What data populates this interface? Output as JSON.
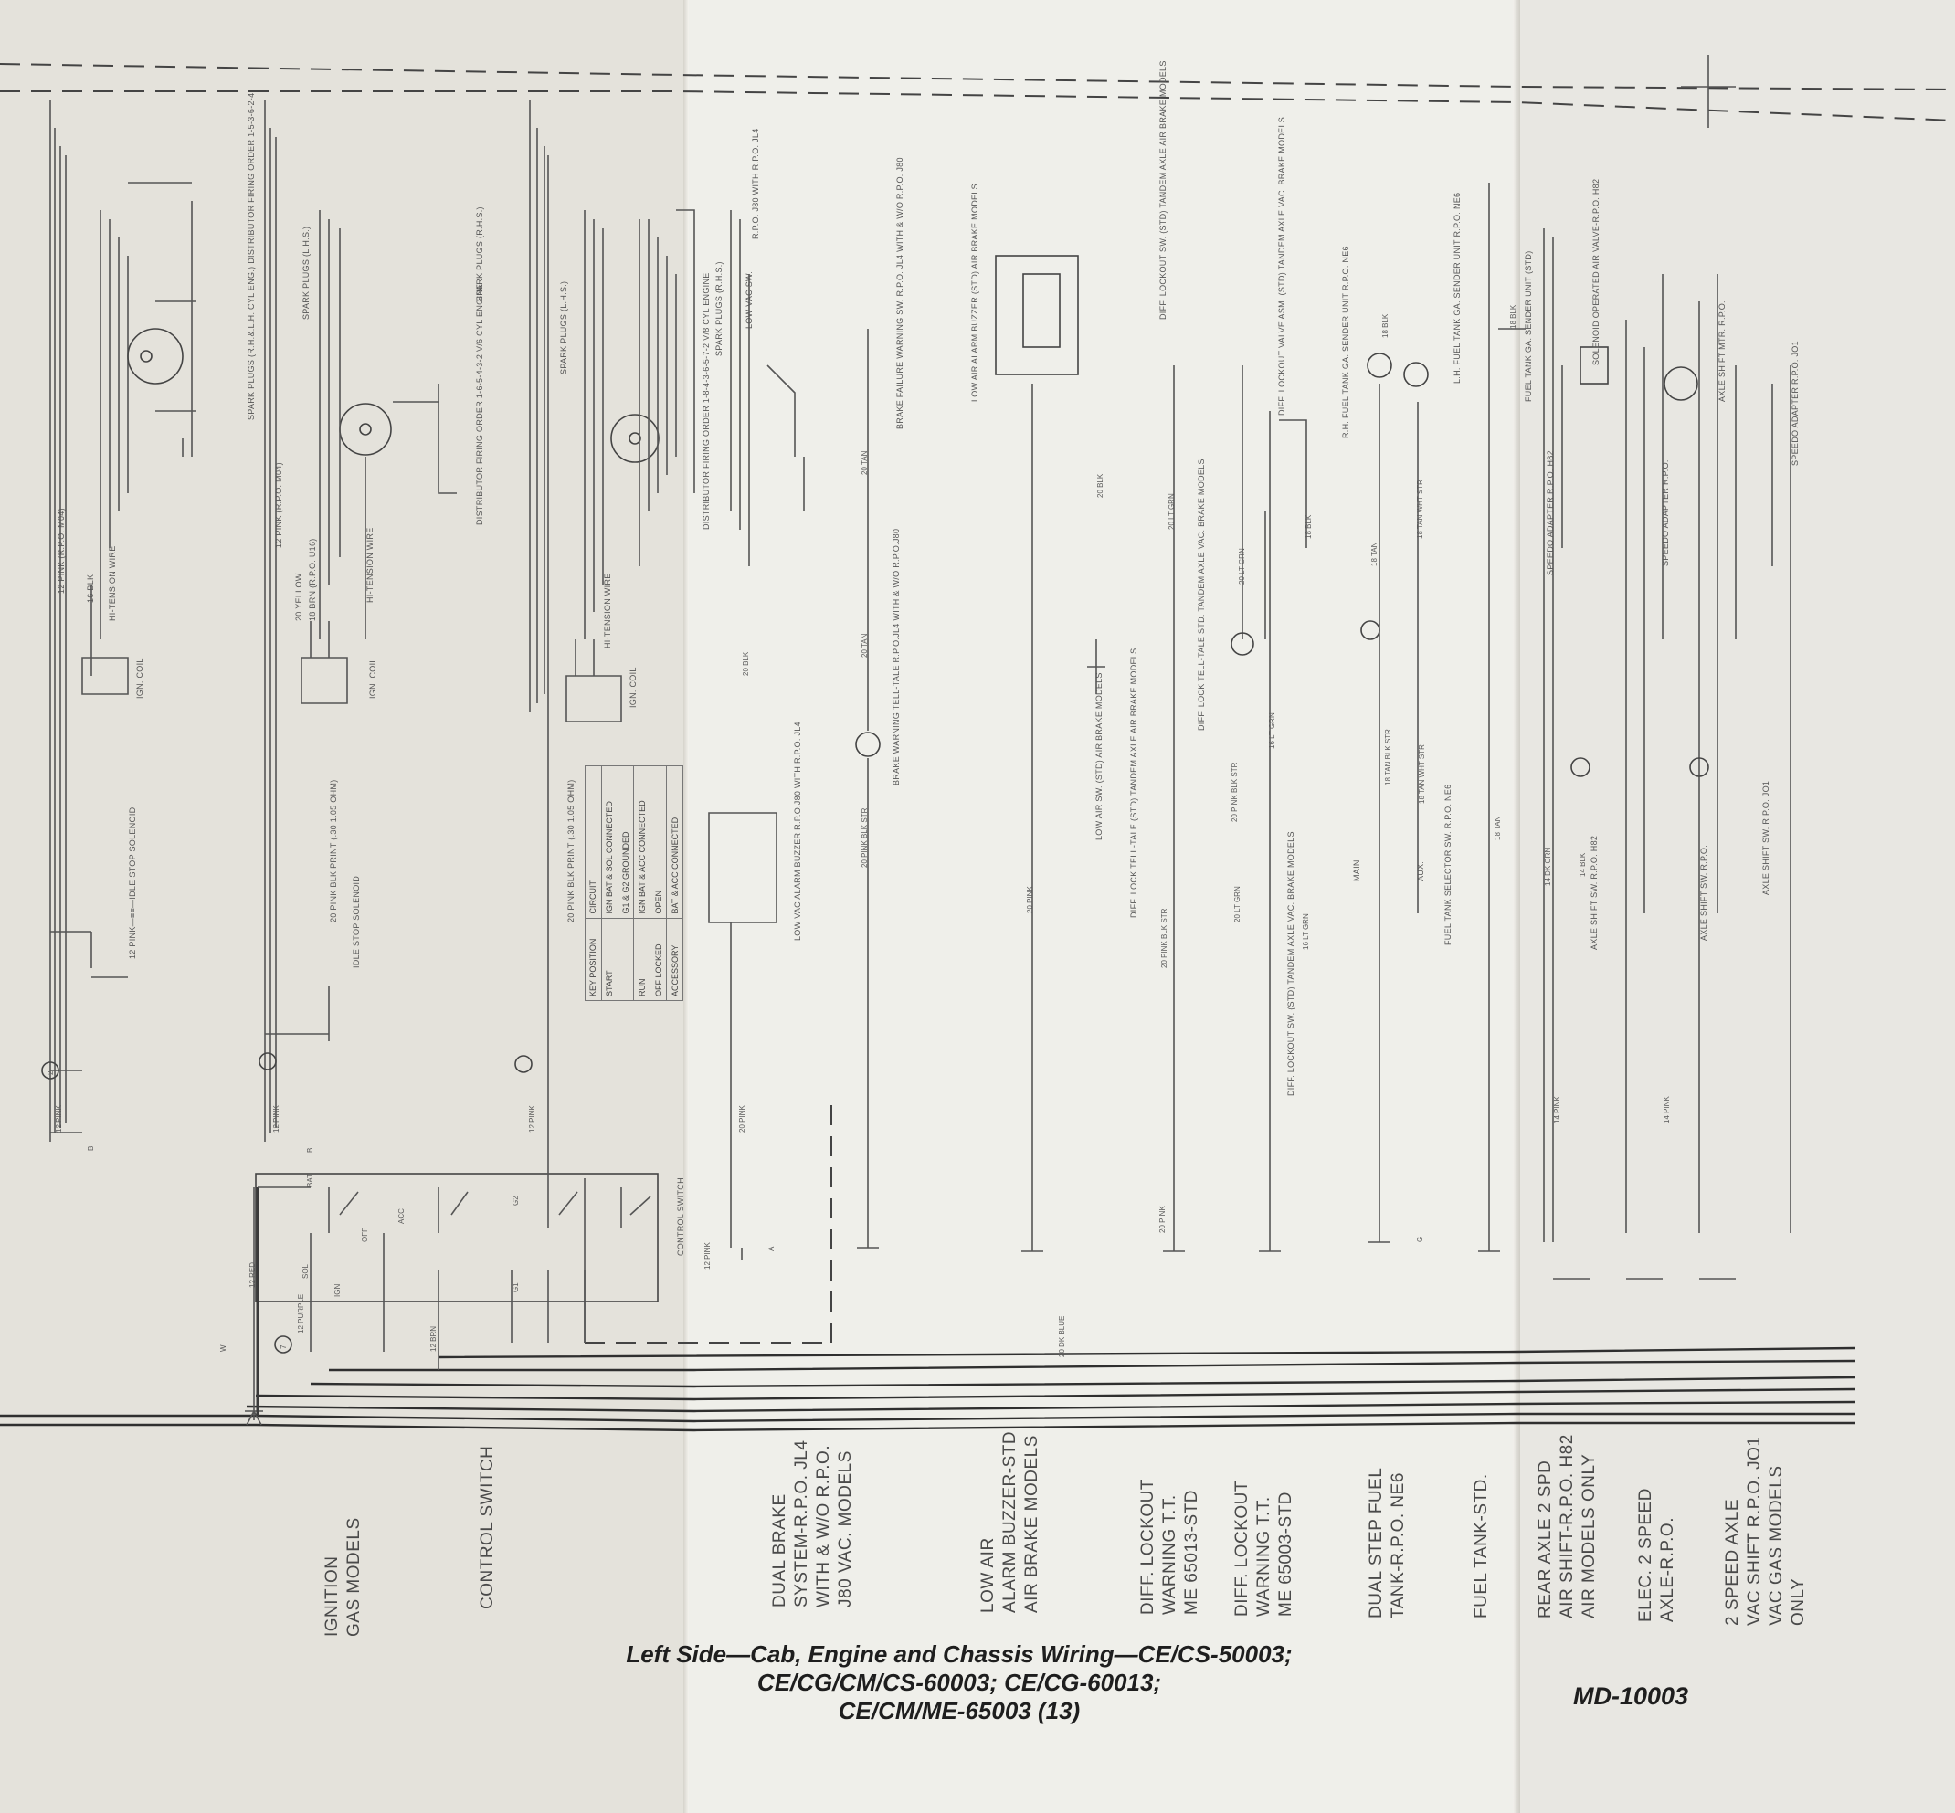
{
  "title": {
    "line1": "Left Side—Cab, Engine and Chassis Wiring—CE/CS-50003;",
    "line2": "CE/CG/CM/CS-60003; CE/CG-60013;",
    "line3": "CE/CM/ME-65003 (13)"
  },
  "document_number": "MD-10003",
  "sections": [
    {
      "label": "IGNITION\nGAS MODELS"
    },
    {
      "label": "CONTROL SWITCH"
    },
    {
      "label": "DUAL BRAKE\nSYSTEM-R.P.O. JL4\nWITH & W/O R.P.O.\nJ80 VAC. MODELS"
    },
    {
      "label": "LOW AIR\nALARM BUZZER-STD\nAIR BRAKE MODELS"
    },
    {
      "label": "DIFF. LOCKOUT\nWARNING T.T.\nME 65013-STD"
    },
    {
      "label": "DIFF. LOCKOUT\nWARNING T.T.\nME 65003-STD"
    },
    {
      "label": "DUAL STEP FUEL\nTANK-R.P.O. NE6"
    },
    {
      "label": "FUEL TANK-STD."
    },
    {
      "label": "REAR AXLE 2 SPD\nAIR SHIFT-R.P.O. H82\nAIR MODELS ONLY"
    },
    {
      "label": "ELEC. 2 SPEED\nAXLE-R.P.O."
    },
    {
      "label": "2 SPEED AXLE\nVAC SHIFT R.P.O. JO1\nVAC GAS MODELS\nONLY"
    }
  ],
  "key_table": {
    "headers": [
      "KEY POSITION",
      "CIRCUIT"
    ],
    "rows": [
      [
        "START",
        "IGN BAT & SOL CONNECTED"
      ],
      [
        "",
        "G1 & G2 GROUNDED"
      ],
      [
        "RUN",
        "IGN BAT & ACC CONNECTED"
      ],
      [
        "OFF LOCKED",
        "OPEN"
      ],
      [
        "ACCESSORY",
        "BAT & ACC CONNECTED"
      ]
    ]
  },
  "labels": {
    "ign_coil_1": "IGN. COIL",
    "ign_coil_2": "IGN. COIL",
    "ign_coil_3": "IGN. COIL",
    "idle_stop_1": "12 PINK—≡≡—IDLE STOP SOLENOID",
    "idle_stop_2": "20 PINK BLK PRINT (.30 1.05 OHM)",
    "idle_stop_3": "20 PINK BLK PRINT (.30 1.05 OHM)",
    "idle_stop_4": "IDLE STOP SOLENOID",
    "firing_1": "SPARK PLUGS (R.H.&.L.H. CYL ENG.) DISTRIBUTOR FIRING ORDER 1-5-3-6-2-4",
    "firing_2": "DISTRIBUTOR FIRING ORDER 1-6-5-4-3-2 V/6 CYL ENGINE",
    "firing_3": "DISTRIBUTOR FIRING ORDER 1-8-4-3-6-5-7-2 V/8 CYL ENGINE",
    "plugs_lh": "SPARK PLUGS (L.H.S.)",
    "plugs_rh": "SPARK PLUGS (R.H.S.)",
    "hi_tension_1": "HI-TENSION WIRE",
    "hi_tension_2": "HI-TENSION WIRE",
    "hi_tension_3": "HI-TENSION WIRE",
    "pink_rpo_1": "12 PINK (R.P.O. M04)",
    "pink_rpo_2": "12 PINK (R.P.O. M04)",
    "yellow_1": "20 YELLOW",
    "brn_1": "18 BRN (R.P.O. U16)",
    "blk16_1": "16 BLK",
    "control_switch": "CONTROL SWITCH",
    "low_vac_buzzer": "LOW VAC ALARM BUZZER R.P.O.J80 WITH R.P.O. JL4",
    "brake_tell_tale": "BRAKE WARNING TELL-TALE R.P.O.JL4 WITH & W/O R.P.O.J80",
    "brake_fail_sw": "BRAKE FAILURE WARNING SW. R.P.O. JL4 WITH & W/O R.P.O. J80",
    "low_vac_sw": "LOW VAC SW.",
    "rpo_j80": "R.P.O. J80 WITH R.P.O. JL4",
    "low_air_buzzer": "LOW AIR ALARM BUZZER (STD) AIR BRAKE MODELS",
    "low_air_sw": "LOW AIR SW. (STD) AIR BRAKE MODELS",
    "diff_lock_tt_1": "DIFF. LOCK TELL-TALE (STD) TANDEM AXLE AIR BRAKE MODELS",
    "diff_lockout_sw_1": "DIFF. LOCKOUT SW. (STD) TANDEM AXLE AIR BRAKE MODELS",
    "diff_lock_tt_2": "DIFF. LOCK TELL-TALE STD. TANDEM AXLE VAC. BRAKE MODELS",
    "diff_lockout_sw_2": "DIFF. LOCKOUT SW. (STD) TANDEM AXLE VAC. BRAKE MODELS",
    "diff_valve": "DIFF. LOCKOUT VALVE ASM. (STD) TANDEM AXLE VAC. BRAKE MODELS",
    "rh_fuel_sender": "R.H. FUEL TANK GA. SENDER UNIT R.P.O. NE6",
    "lh_fuel_sender": "L.H. FUEL TANK GA. SENDER UNIT R.P.O. NE6",
    "selector_sw": "FUEL TANK SELECTOR SW. R.P.O. NE6",
    "main": "MAIN",
    "aux": "AUX.",
    "fuel_sender_std": "FUEL TANK GA. SENDER UNIT (STD)",
    "solenoid_air_valve": "SOLENOID OPERATED AIR VALVE-R.P.O. H82",
    "speedo_adapter_1": "SPEEDO ADAPTER R.P.O. H82",
    "speedo_adapter_2": "SPEEDO ADAPTER R.P.O.",
    "speedo_adapter_3": "SPEEDO ADAPTER R.P.O. JO1",
    "axle_shift_motor": "AXLE SHIFT MTR. R.P.O.",
    "axle_shift_sw_1": "AXLE SHIFT SW. R.P.O. H82",
    "axle_shift_sw_2": "AXLE SHIFT SW. R.P.O.",
    "axle_shift_sw_3": "AXLE SHIFT SW. R.P.O. JO1",
    "dk_blue": "20 DK BLUE",
    "w20pink": "20 PINK",
    "w20tan": "20 TAN",
    "w20blk": "20 BLK",
    "w20pinkblkstr": "20 PINK BLK STR",
    "w20ltgrn": "20 LT GRN",
    "w16ltgrn": "16 LT GRN",
    "w18tan": "18 TAN",
    "w18tanblkstr": "18 TAN BLK STR",
    "w18tanwhtstr": "18 TAN WHT STR",
    "w18blk": "18 BLK",
    "w12pink": "12 PINK",
    "w12red": "12 RED",
    "w12purple": "12 PURPLE",
    "w12brn": "12 BRN",
    "w14pink": "14 PINK",
    "w14dkgrn": "14 DK GRN",
    "w14blk": "14 BLK",
    "bat": "BAT",
    "ign": "IGN",
    "sol": "SOL",
    "acc": "ACC",
    "off": "OFF",
    "g1": "G1",
    "g2": "G2",
    "letter_w": "W",
    "letter_b": "B",
    "letter_a": "A",
    "letter_g": "G",
    "circ_2": "2",
    "circ_7": "7"
  }
}
